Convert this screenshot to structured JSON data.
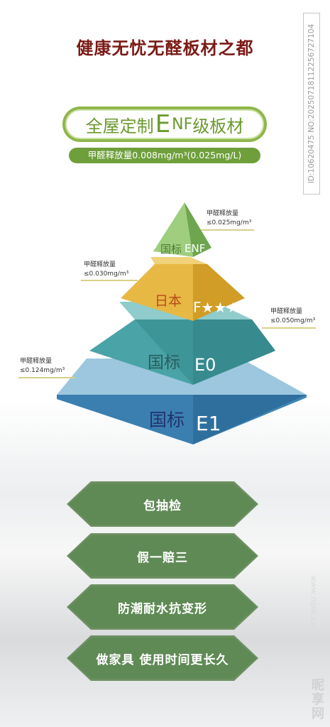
{
  "title": "健康无忧无醛板材之都",
  "side_id": "ID:10620475 NO:20250718112256727104",
  "badge": {
    "prefix": "全屋定制",
    "big_e": "E",
    "nf": "NF",
    "suffix": "级板材"
  },
  "sub_pill": "甲醛释放量0.008mg/m³(0.025mg/L)",
  "pyramid": {
    "tiers": [
      {
        "label_cn": "国标",
        "label_grade": "ENF",
        "color": "#8dbb6b"
      },
      {
        "label_cn": "日本",
        "label_grade": "F★★★★",
        "color": "#e1b23b"
      },
      {
        "label_cn": "国标",
        "label_grade": "E0",
        "color": "#4aa3a6"
      },
      {
        "label_cn": "国标",
        "label_grade": "E1",
        "color": "#3f87b5"
      }
    ],
    "callouts": [
      {
        "title": "甲醛释放量",
        "value": "≤0.025mg/m³"
      },
      {
        "title": "甲醛释放量",
        "value": "≤0.030mg/m³"
      },
      {
        "title": "甲醛释放量",
        "value": "≤0.050mg/m³"
      },
      {
        "title": "甲醛释放量",
        "value": "≤0.124mg/m³"
      }
    ]
  },
  "features": [
    {
      "label": "包抽检"
    },
    {
      "label": "假一赔三"
    },
    {
      "label": "防潮耐水抗变形"
    },
    {
      "label": "做家具 使用时间更长久"
    }
  ],
  "watermark": {
    "url": "www.nipic.cn",
    "brand": "昵享网"
  },
  "colors": {
    "title": "#7a1a16",
    "badge_green": "#8fb64a",
    "pill_green": "#6e9f3b",
    "feature_green": "#5f8a55"
  }
}
